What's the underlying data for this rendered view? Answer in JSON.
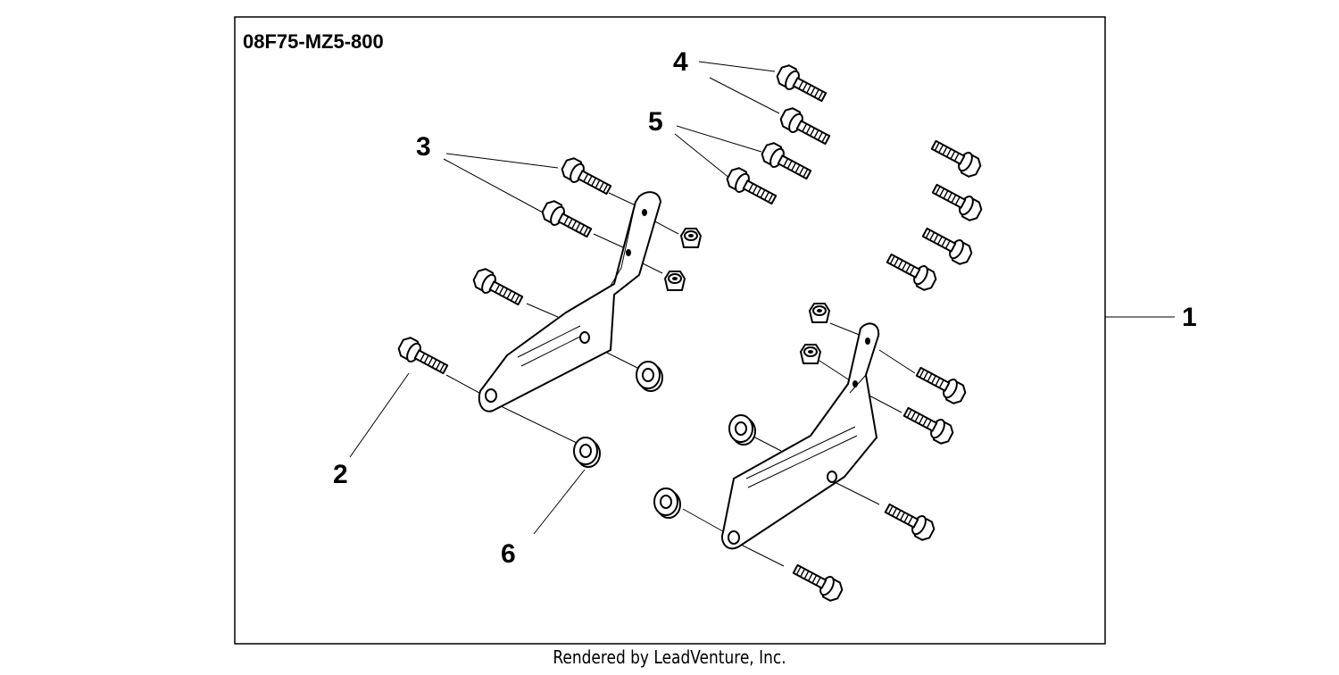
{
  "diagram": {
    "part_number": "08F75-MZ5-800",
    "callouts": [
      "1",
      "2",
      "3",
      "4",
      "5",
      "6"
    ]
  },
  "footer": {
    "credit": "Rendered by LeadVenture, Inc."
  }
}
